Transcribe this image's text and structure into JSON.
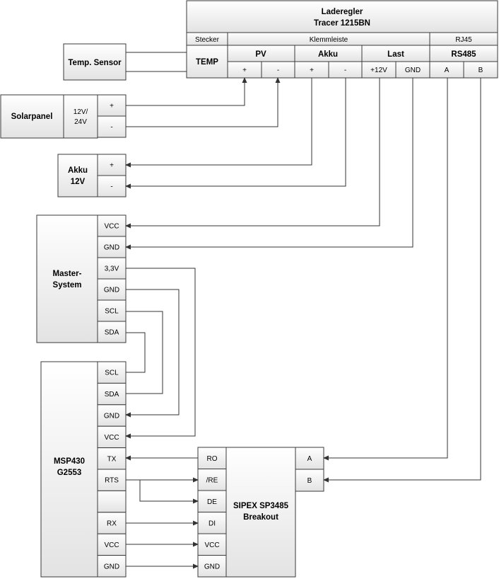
{
  "controller": {
    "title_line1": "Laderegler",
    "title_line2": "Tracer 1215BN",
    "section_stecker": "Stecker",
    "section_klemmleiste": "Klemmleiste",
    "section_rj45": "RJ45",
    "group_temp": "TEMP",
    "group_pv": "PV",
    "group_akku": "Akku",
    "group_last": "Last",
    "group_rs485": "RS485",
    "pins": [
      "+",
      "-",
      "+",
      "-",
      "+12V",
      "GND",
      "A",
      "B"
    ]
  },
  "temp_sensor": {
    "label": "Temp. Sensor"
  },
  "solarpanel": {
    "label": "Solarpanel",
    "voltage_line1": "12V/",
    "voltage_line2": "24V",
    "pins": [
      "+",
      "-"
    ]
  },
  "akku": {
    "label_line1": "Akku",
    "label_line2": "12V",
    "pins": [
      "+",
      "-"
    ]
  },
  "master": {
    "label_line1": "Master-",
    "label_line2": "System",
    "pins": [
      "VCC",
      "GND",
      "3,3V",
      "GND",
      "SCL",
      "SDA"
    ]
  },
  "msp430": {
    "label_line1": "MSP430",
    "label_line2": "G2553",
    "pins": [
      "SCL",
      "SDA",
      "GND",
      "VCC",
      "TX",
      "RTS",
      "",
      "RX",
      "VCC",
      "GND"
    ]
  },
  "sipex": {
    "label_line1": "SIPEX SP3485",
    "label_line2": "Breakout",
    "left_pins": [
      "RO",
      "/RE",
      "DE",
      "DI",
      "VCC",
      "GND"
    ],
    "right_pins": [
      "A",
      "B"
    ]
  },
  "colors": {
    "fill_light": "#ffffff",
    "fill_dark": "#e3e3e3",
    "stroke": "#3a3a3a"
  }
}
